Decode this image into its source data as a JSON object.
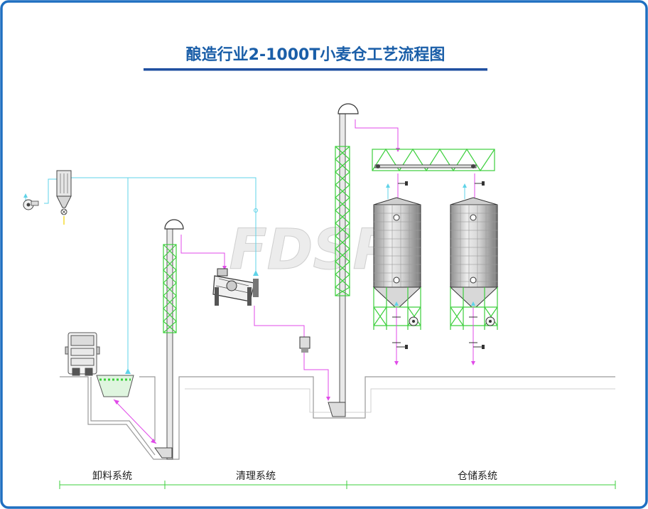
{
  "title": "酿造行业2-1000T小麦仓工艺流程图",
  "watermark": "FDSP",
  "sections": {
    "unloading": "卸料系统",
    "cleaning": "清理系统",
    "storage": "仓储系统"
  },
  "colors": {
    "border": "#1f6fc1",
    "title_text": "#1a5ea8",
    "title_underline": "#1f4fa0",
    "air_duct": "#5fd3e8",
    "grain_flow": "#e04ae8",
    "steel_frame": "#3ccf3c",
    "equipment": "#444444",
    "ground": "#9a9a9a"
  }
}
